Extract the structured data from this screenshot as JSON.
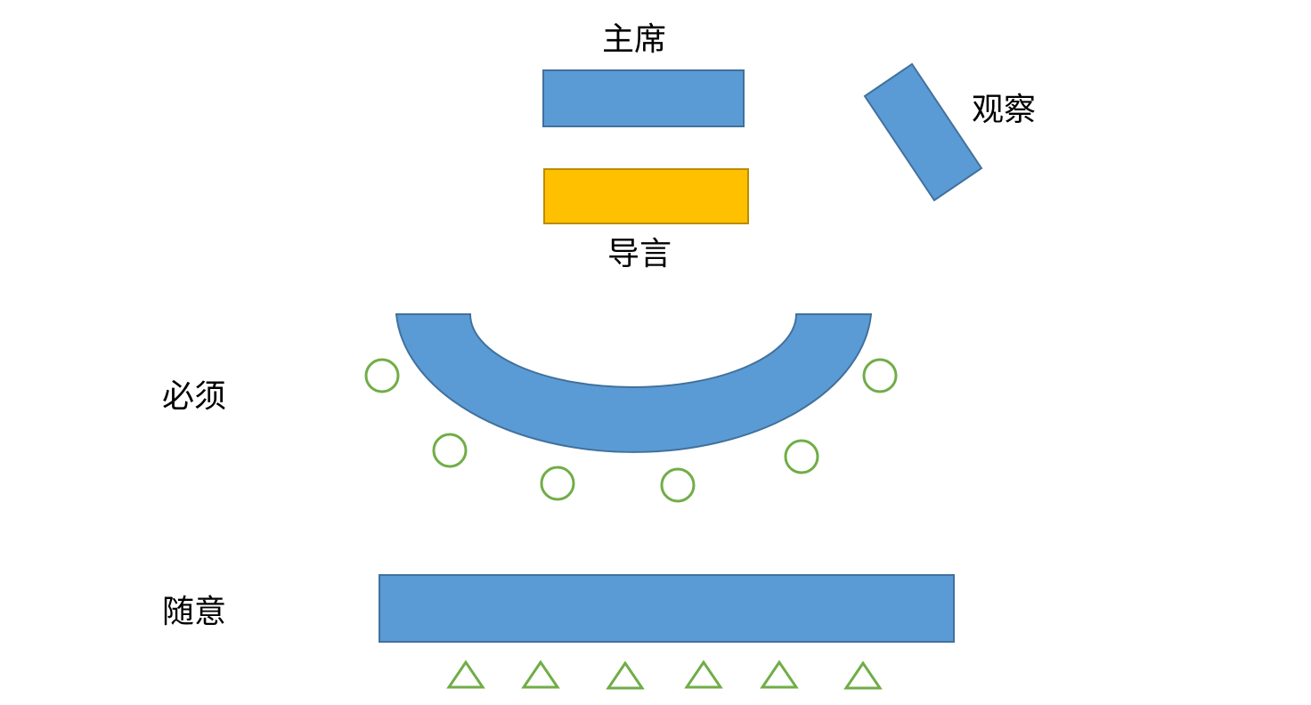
{
  "labels": {
    "chair": "主席",
    "moderator": "导言",
    "observer": "观察",
    "required": "必须",
    "casual": "随意"
  },
  "colors": {
    "table_fill": "#5B9BD5",
    "table_stroke": "#41719C",
    "moderator_fill": "#FFC000",
    "moderator_stroke": "#BC8C00",
    "seat_outline": "#70AD47",
    "text": "#000000"
  },
  "legend_icons": {
    "required_seat": "circle-seat-icon",
    "casual_seat": "triangle-seat-icon"
  }
}
